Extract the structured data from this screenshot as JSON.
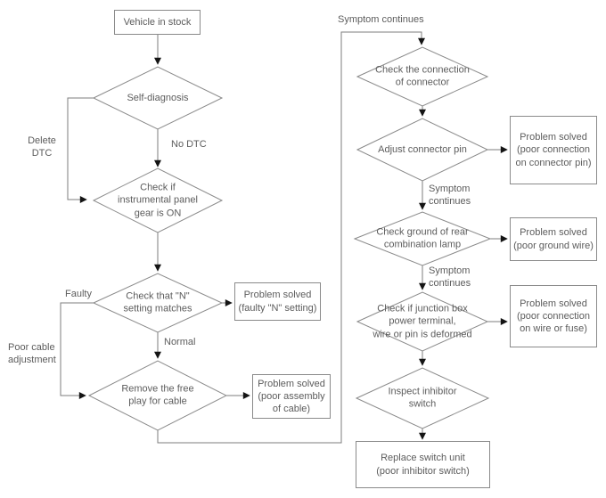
{
  "colors": {
    "line": "#7d7d7d",
    "shape_border": "#8a8a8a",
    "text": "#5c5c5c",
    "arrowhead": "#141414",
    "background": "#ffffff"
  },
  "flowchart": {
    "nodes": {
      "vehicle_in_stock": "Vehicle in stock",
      "self_diagnosis": "Self-diagnosis",
      "check_panel_gear": "Check if\ninstrumental panel\ngear is ON",
      "check_n_setting": "Check that \"N\"\nsetting matches",
      "remove_free_play": "Remove the free\nplay for cable",
      "solved_n_setting": "Problem solved\n(faulty \"N\" setting)",
      "solved_cable_assembly": "Problem solved\n(poor assembly\nof cable)",
      "check_connector": "Check the connection\nof connector",
      "adjust_connector_pin": "Adjust connector pin",
      "solved_connector_pin": "Problem solved\n(poor connection\non connector pin)",
      "check_ground_lamp": "Check ground of rear\ncombination lamp",
      "solved_ground_wire": "Problem solved\n(poor ground wire)",
      "check_junction_box": "Check if junction box\npower terminal,\nwire or pin is deformed",
      "solved_wire_fuse": "Problem solved\n(poor connection\non wire or fuse)",
      "inspect_inhibitor_switch": "Inspect inhibitor\nswitch",
      "replace_switch_unit": "Replace switch unit\n(poor inhibitor switch)"
    },
    "labels": {
      "delete_dtc": "Delete\nDTC",
      "no_dtc": "No DTC",
      "faulty": "Faulty",
      "poor_cable_adjustment": "Poor cable\nadjustment",
      "normal": "Normal",
      "symptom_continues_top": "Symptom continues",
      "symptom_continues_mid1": "Symptom\ncontinues",
      "symptom_continues_mid2": "Symptom\ncontinues"
    }
  }
}
